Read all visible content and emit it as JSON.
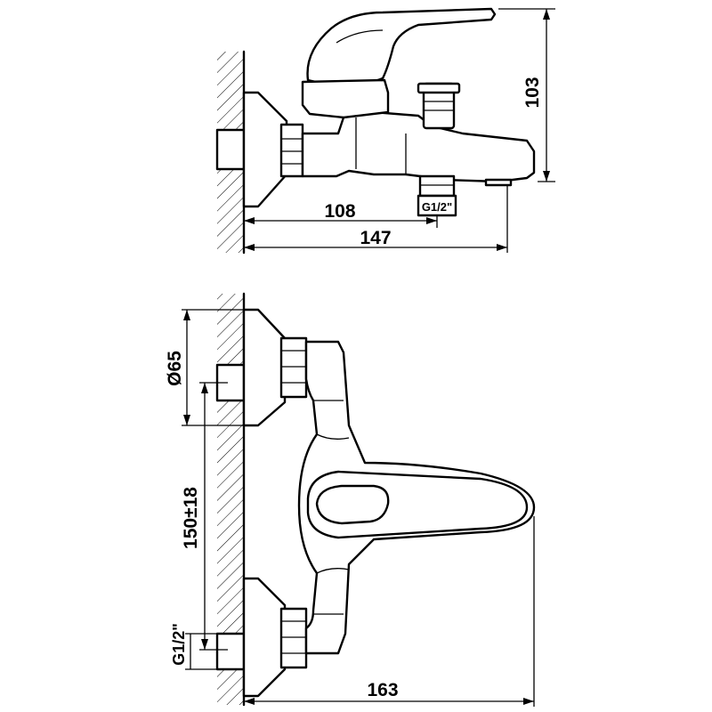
{
  "drawing": {
    "side_view": {
      "dimensions": {
        "height": "103",
        "depth_to_inlet": "108",
        "depth_to_spout": "147",
        "outlet_thread": "G1/2\""
      }
    },
    "front_view": {
      "dimensions": {
        "flange_diameter": "Ø65",
        "center_distance": "150±18",
        "inlet_thread": "G1/2\"",
        "projection": "163"
      }
    }
  }
}
